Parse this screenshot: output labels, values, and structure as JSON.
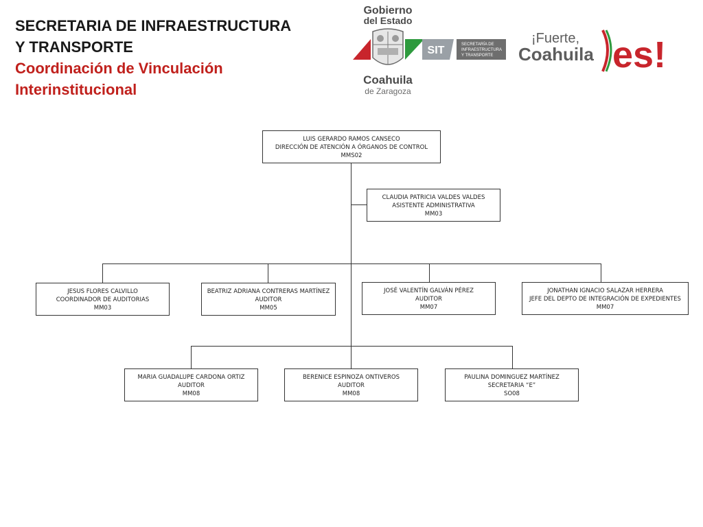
{
  "header": {
    "title_line1": "SECRETARIA DE INFRAESTRUCTURA",
    "title_line2": "Y TRANSPORTE",
    "subtitle_line1": "Coordinación de Vinculación",
    "subtitle_line2": "Interinstitucional"
  },
  "logos": {
    "gobierno_line1": "Gobierno",
    "gobierno_line2": "del Estado",
    "coahuila": "Coahuila",
    "de_zaragoza": "de Zaragoza",
    "sit": "SIT",
    "sit_desc_1": "SECRETARÍA DE",
    "sit_desc_2": "INFRAESTRUCTURA",
    "sit_desc_3": "Y TRANSPORTE",
    "fuerte": "¡Fuerte,",
    "fuerte_coahuila": "Coahuila",
    "es": "es!"
  },
  "colors": {
    "title_red": "#c0201c",
    "logo_green": "#2e9a3e",
    "logo_red": "#c8252c",
    "logo_gray": "#5d5d5d"
  },
  "org": {
    "director": {
      "name": "LUIS GERARDO RAMOS CANSECO",
      "role": "DIRECCIÓN DE ATENCIÓN A ÓRGANOS DE CONTROL",
      "code": "MMS02"
    },
    "assistant": {
      "name": "CLAUDIA PATRICIA VALDES VALDES",
      "role": "ASISTENTE ADMINISTRATIVA",
      "code": "MM03"
    },
    "level2": [
      {
        "name": "JESUS FLORES CALVILLO",
        "role": "COORDINADOR DE AUDITORIAS",
        "code": "MM03"
      },
      {
        "name": "BEATRIZ ADRIANA CONTRERAS MARTÍNEZ",
        "role": "AUDITOR",
        "code": "MM05"
      },
      {
        "name": "JOSÉ VALENTÍN GALVÁN PÉREZ",
        "role": "AUDITOR",
        "code": "MM07"
      },
      {
        "name": "JONATHAN IGNACIO SALAZAR HERRERA",
        "role": "JEFE DEL DEPTO DE INTEGRACIÓN DE EXPEDIENTES",
        "code": "MM07"
      }
    ],
    "level3": [
      {
        "name": "MARIA GUADALUPE CARDONA ORTIZ",
        "role": "AUDITOR",
        "code": "MM08"
      },
      {
        "name": "BERENICE ESPINOZA ONTIVEROS",
        "role": "AUDITOR",
        "code": "MM08"
      },
      {
        "name": "PAULINA DOMINGUEZ MARTÍNEZ",
        "role": "SECRETARIA “E”",
        "code": "SO08"
      }
    ]
  }
}
